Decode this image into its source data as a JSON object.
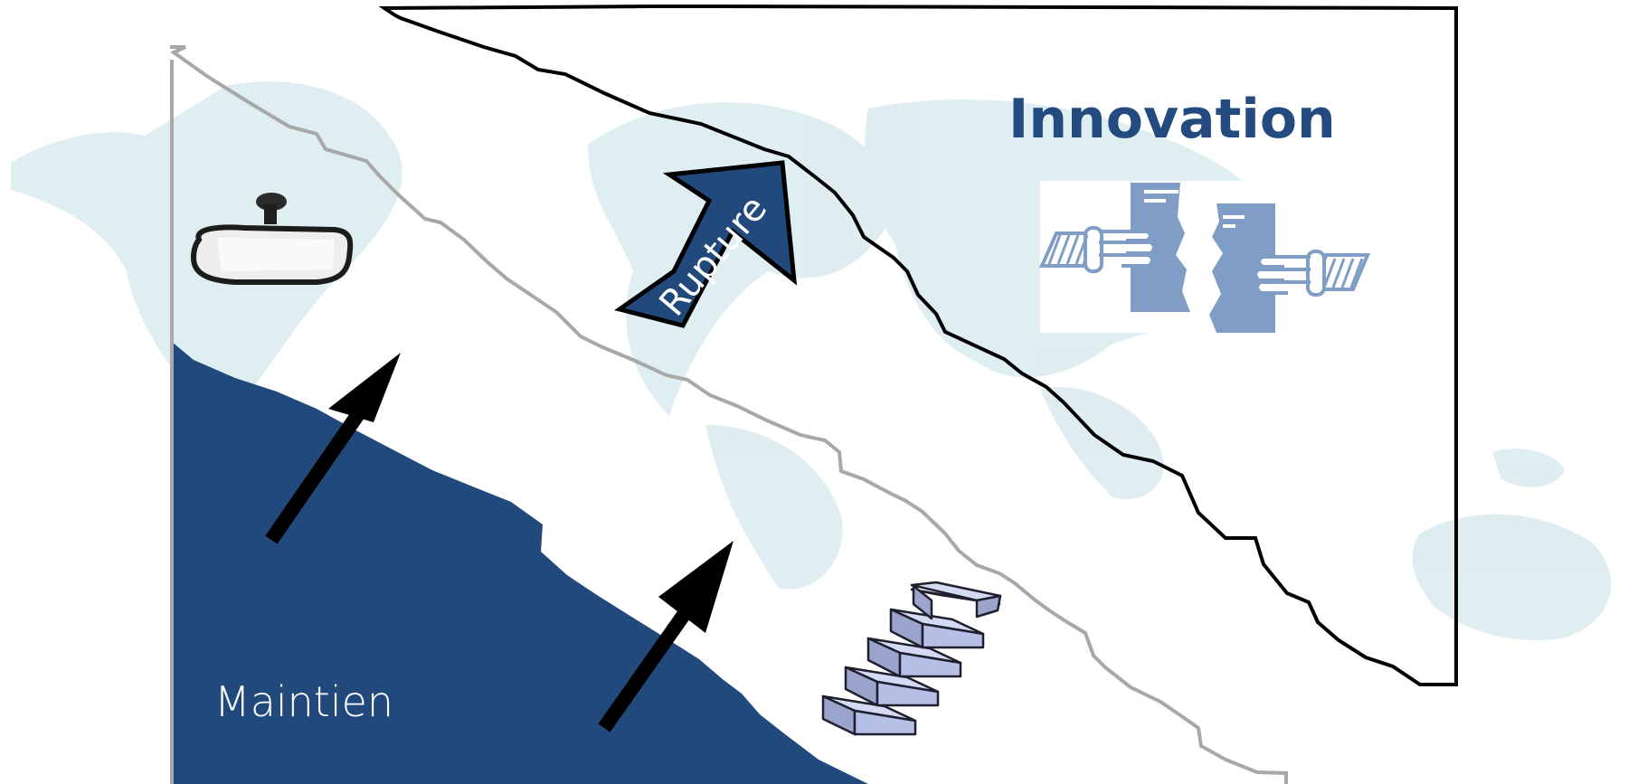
{
  "labels": {
    "maintien": "Maintien",
    "rupture": "Rupture",
    "innovation": "Innovation"
  },
  "colors": {
    "navy": "#21497c",
    "map": "#dcecf0",
    "black_line": "#000000",
    "grey_line": "#a8a8a8",
    "innovation_text": "#234b7f",
    "stairs": "#b6bfe6",
    "handshake": "#7f9dc5"
  },
  "icons": {
    "mirror": "rearview-mirror-icon",
    "stairs": "staircase-icon",
    "handshake": "handshake-puzzle-icon",
    "arrow": "up-right-arrow-icon"
  }
}
